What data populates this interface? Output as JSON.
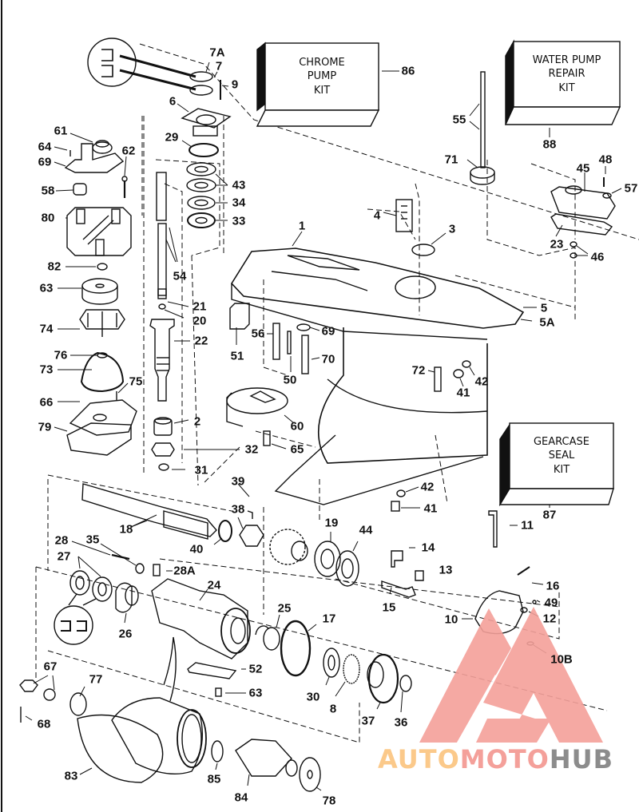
{
  "diagram": {
    "title": "Gearcase exploded parts diagram",
    "kits": [
      {
        "id": "chrome-pump-kit",
        "lines": [
          "CHROME",
          "PUMP",
          "KIT"
        ],
        "part_no": "86"
      },
      {
        "id": "water-pump-repair-kit",
        "lines": [
          "WATER PUMP",
          "REPAIR",
          "KIT"
        ],
        "part_no": "88"
      },
      {
        "id": "gearcase-seal-kit",
        "lines": [
          "GEARCASE",
          "SEAL",
          "KIT"
        ],
        "part_no": "87"
      }
    ],
    "part_labels": [
      "7A",
      "7",
      "9",
      "6",
      "61",
      "64",
      "69",
      "62",
      "29",
      "43",
      "34",
      "33",
      "58",
      "80",
      "82",
      "54",
      "63",
      "21",
      "20",
      "74",
      "22",
      "76",
      "73",
      "75",
      "66",
      "79",
      "2",
      "32",
      "31",
      "55",
      "71",
      "4",
      "3",
      "1",
      "45",
      "48",
      "57",
      "23",
      "46",
      "5",
      "5A",
      "51",
      "56",
      "69b",
      "70",
      "50",
      "72",
      "42",
      "41",
      "60",
      "65",
      "42b",
      "41b",
      "11",
      "39",
      "38",
      "18",
      "40",
      "19",
      "44",
      "14",
      "13",
      "15",
      "16",
      "49",
      "12",
      "10",
      "10B",
      "28",
      "35",
      "27",
      "28A",
      "24",
      "26",
      "25",
      "17",
      "52",
      "63b",
      "30",
      "8",
      "37",
      "36",
      "67",
      "77",
      "68",
      "83",
      "85",
      "84",
      "78"
    ],
    "labels": {
      "l7A": "7A",
      "l7": "7",
      "l9": "9",
      "l6": "6",
      "l61": "61",
      "l64": "64",
      "l69": "69",
      "l62": "62",
      "l29": "29",
      "l43": "43",
      "l34": "34",
      "l33": "33",
      "l58": "58",
      "l80": "80",
      "l82": "82",
      "l54": "54",
      "l63": "63",
      "l21": "21",
      "l20": "20",
      "l74": "74",
      "l22": "22",
      "l76": "76",
      "l73": "73",
      "l75": "75",
      "l66": "66",
      "l79": "79",
      "l2": "2",
      "l32": "32",
      "l31": "31",
      "l55": "55",
      "l71": "71",
      "l4": "4",
      "l3": "3",
      "l1": "1",
      "l45": "45",
      "l48": "48",
      "l57": "57",
      "l23": "23",
      "l46": "46",
      "l5": "5",
      "l5A": "5A",
      "l51": "51",
      "l56": "56",
      "l69b": "69",
      "l70": "70",
      "l50": "50",
      "l72": "72",
      "l42": "42",
      "l41": "41",
      "l60": "60",
      "l65": "65",
      "l42b": "42",
      "l41b": "41",
      "l11": "11",
      "l39": "39",
      "l38": "38",
      "l18": "18",
      "l40": "40",
      "l19": "19",
      "l44": "44",
      "l14": "14",
      "l13": "13",
      "l15": "15",
      "l16": "16",
      "l49": "49",
      "l12": "12",
      "l10": "10",
      "l10B": "10B",
      "l28": "28",
      "l35": "35",
      "l27": "27",
      "l28A": "28A",
      "l24": "24",
      "l26": "26",
      "l25": "25",
      "l17": "17",
      "l52": "52",
      "l63b": "63",
      "l30": "30",
      "l8": "8",
      "l37": "37",
      "l36": "36",
      "l67": "67",
      "l77": "77",
      "l68": "68",
      "l83": "83",
      "l85": "85",
      "l84": "84",
      "l78": "78"
    },
    "kit_chrome": {
      "l1": "CHROME",
      "l2": "PUMP",
      "l3": "KIT",
      "num": "86"
    },
    "kit_water": {
      "l1": "WATER PUMP",
      "l2": "REPAIR",
      "l3": "KIT",
      "num": "88"
    },
    "kit_seal": {
      "l1": "GEARCASE",
      "l2": "SEAL",
      "l3": "KIT",
      "num": "87"
    }
  },
  "watermark": {
    "part1": "AUTO",
    "part2": "MOTO",
    "part3": "HUB",
    "colors": {
      "auto": "#fbc98a",
      "moto": "#f4a09a",
      "hub": "#8c8c8c",
      "logo": "#f4a09a"
    }
  }
}
